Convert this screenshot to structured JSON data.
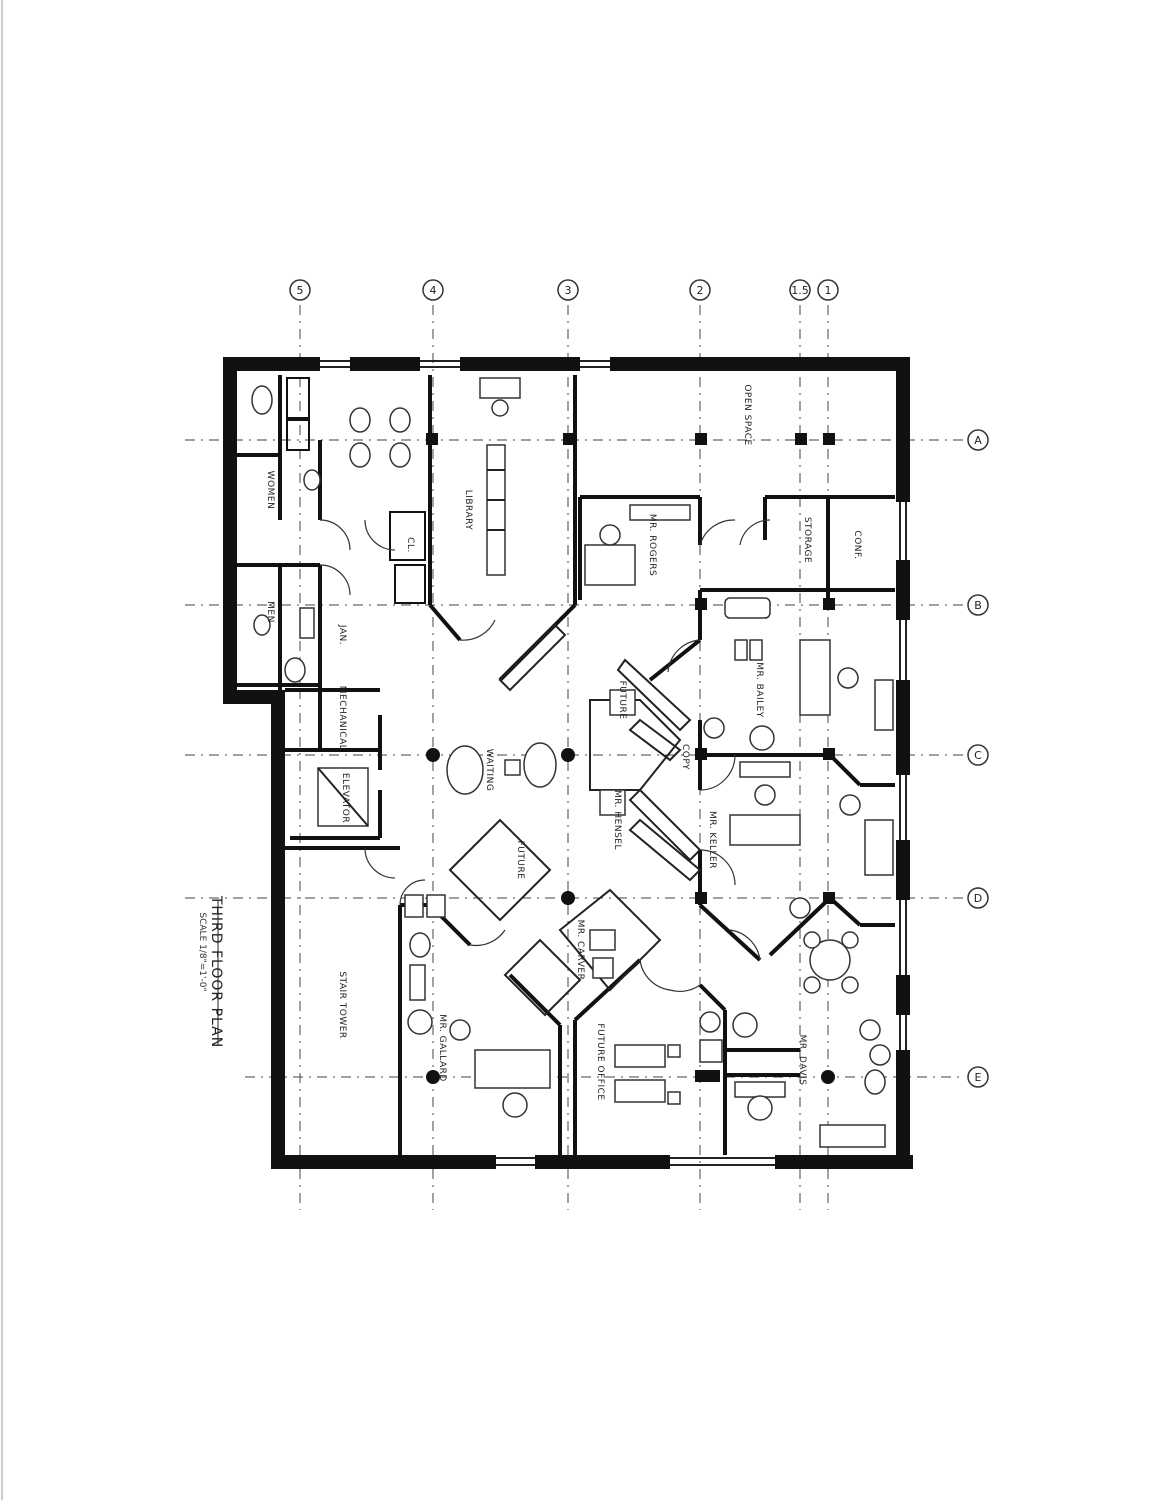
{
  "plan": {
    "title": "THIRD FLOOR PLAN",
    "scale": "SCALE 1/8\"=1'-0\""
  },
  "grid_columns": [
    "5",
    "4",
    "3",
    "2",
    "1.5",
    "1"
  ],
  "grid_rows": [
    "A",
    "B",
    "C",
    "D",
    "E"
  ],
  "rooms": {
    "women": "WOMEN",
    "men": "MEN",
    "library": "LIBRARY",
    "mr_rogers": "MR. ROGERS",
    "open_space": "OPEN SPACE",
    "conference": "CONF.",
    "janitor": "JAN.",
    "mechanical": "MECHANICAL",
    "elevator": "ELEVATOR",
    "waiting": "WAITING",
    "future_1": "FUTURE",
    "future_2": "FUTURE",
    "mr_bailey": "MR. BAILEY",
    "mr_hensel": "MR. HENSEL",
    "mr_keller": "MR. KELLER",
    "copy": "COPY",
    "mr_davis": "MR. DAVIS",
    "mr_carver": "MR. CARVER",
    "mr_gallard": "MR. GALLARD",
    "future_office": "FUTURE OFFICE",
    "stair_tower": "STAIR TOWER",
    "storage": "STORAGE",
    "closet": "CL."
  }
}
